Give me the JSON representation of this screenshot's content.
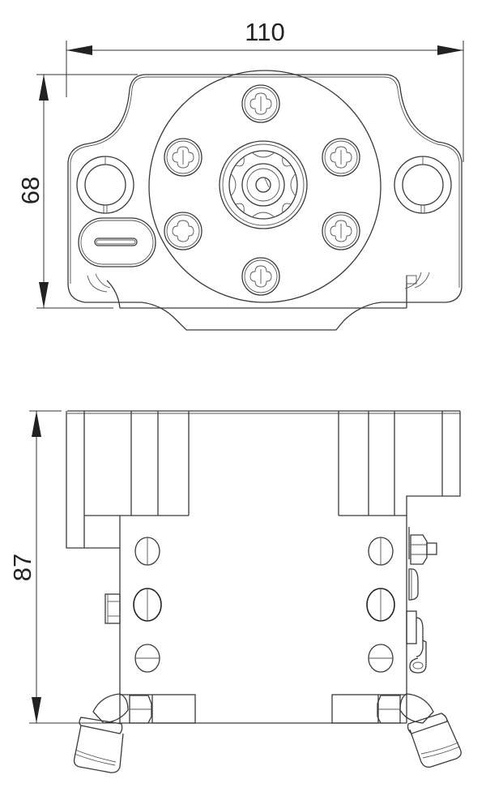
{
  "drawing": {
    "type": "mechanical-technical-drawing",
    "colors": {
      "line": "#3a3a3a",
      "background": "#ffffff",
      "text": "#222222"
    },
    "views": [
      {
        "name": "top-view",
        "dimension": {
          "label": "110",
          "orientation": "horizontal",
          "unit": "mm"
        },
        "dimension_secondary": {
          "label": "68",
          "orientation": "vertical",
          "unit": "mm"
        },
        "features": [
          "mounting-plate",
          "round-flange",
          "6 torx screws",
          "central coupling",
          "2 locating bores",
          "slotted pad"
        ]
      },
      {
        "name": "side-view",
        "dimension": {
          "label": "87",
          "orientation": "vertical",
          "unit": "mm"
        },
        "features": [
          "stepped body",
          "6 slotted screws",
          "2 elbow fittings",
          "side valve"
        ]
      }
    ]
  },
  "labels": {
    "width_top": "110",
    "height_top": "68",
    "height_side": "87"
  }
}
